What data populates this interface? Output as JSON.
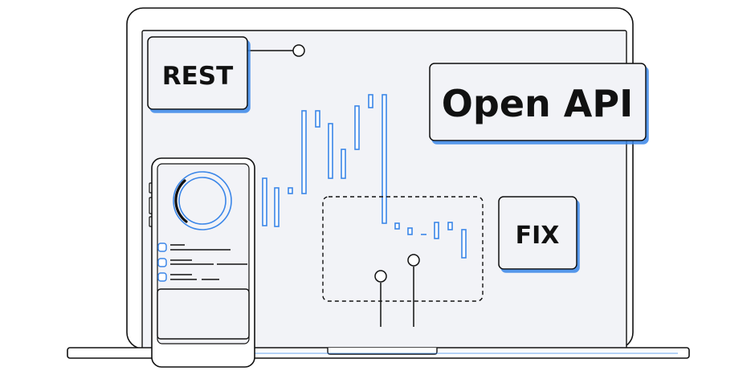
{
  "labels": {
    "rest": "REST",
    "open_api": "Open API",
    "fix": "FIX"
  },
  "colors": {
    "accent": "#3a86e8",
    "line": "#111111",
    "screen": "#f2f3f7",
    "card": "#f2f3f7",
    "background": "#ffffff"
  },
  "icons": {
    "laptop": "laptop-icon",
    "phone": "smartphone-icon",
    "donut": "donut-chart-icon",
    "candles": "candlestick-chart-icon"
  }
}
